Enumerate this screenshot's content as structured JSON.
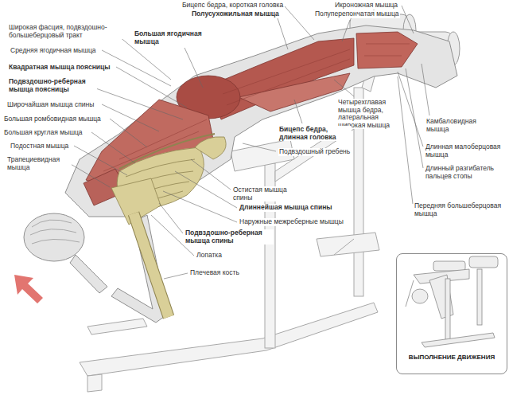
{
  "diagram": {
    "nodes": [
      {
        "text": [
          "ВЫПОЛНЕНИЕ ДВИЖЕНИЯ"
        ]
      }
    ],
    "labels": [
      "Бицепс бедра, короткая головка",
      "Полусухожильная мышца",
      "Икроножная мышца",
      "Полуперепончатая мышца",
      "Широкая фасция, подвздошно-большеберцовый тракт",
      "Средняя ягодичная мышца",
      "Большая ягодичная мышца",
      "Квадратная мышца поясницы",
      "Подвздошно-реберная мышца поясницы",
      "Широчайшая мышца спины",
      "Большая ромбовидная мышца",
      "Большая круглая мышца",
      "Подостная мышца",
      "Трапециевидная мышца",
      "Четырехглавая мышца бедра, латеральная широкая мышца",
      "Бицепс бедра, длинная головка",
      "Подвздошный гребень",
      "Камбаловидная мышца",
      "Длинная малоберцовая мышца",
      "Длинный разгибатель пальцев стопы",
      "Передняя большеберцовая мышца",
      "Остистая мышца спины",
      "Длиннейшая мышца спины",
      "Наружные межреберные мышцы",
      "Подвздошно-реберная мышца спины",
      "Лопатка",
      "Плечевая кость"
    ]
  }
}
